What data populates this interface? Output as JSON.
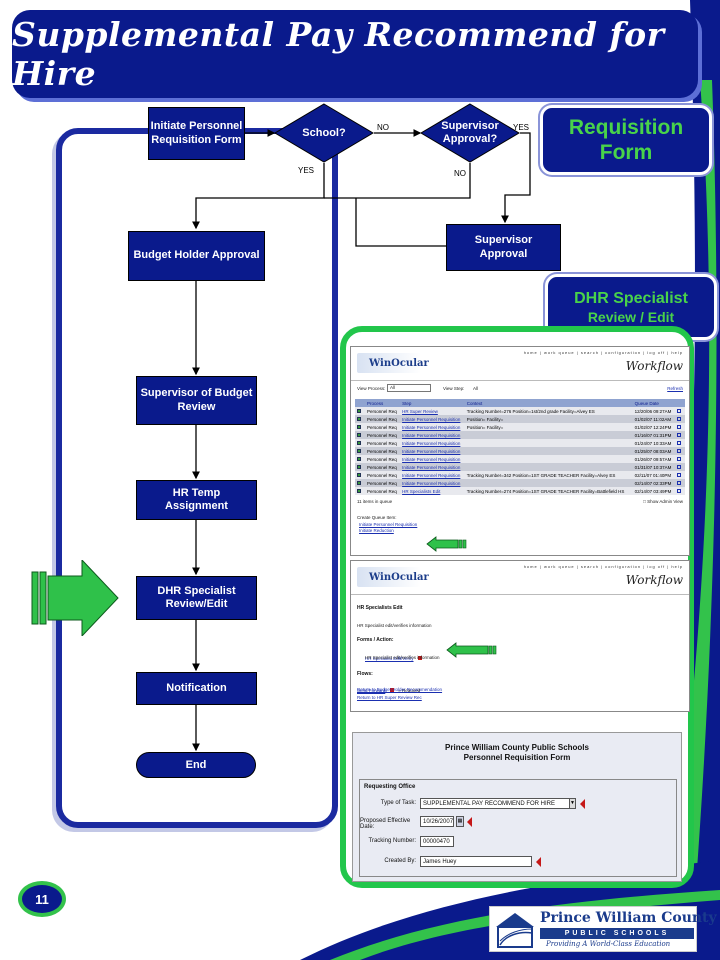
{
  "title": "Supplemental Pay Recommend for Hire",
  "flow": {
    "initiate": "Initiate Personnel Requisition Form",
    "school_q": "School?",
    "supervisor_q": "Supervisor Approval?",
    "no_label": "NO",
    "yes_label": "YES",
    "budget_holder": "Budget Holder Approval",
    "supervisor_approval": "Supervisor Approval",
    "supervisor_budget": "Supervisor of Budget Review",
    "hr_temp": "HR Temp Assignment",
    "dhr_specialist": "DHR Specialist Review/Edit",
    "notification": "Notification",
    "end": "End"
  },
  "callouts": {
    "requisition_l1": "Requisition",
    "requisition_l2": "Form",
    "dhr_l1": "DHR Specialist",
    "dhr_l2": "Review / Edit"
  },
  "app": {
    "logo": "WinOcular",
    "nav": "home | work queue | search | configuration | log off | help",
    "brand": "Workflow",
    "view_process_label": "View Process:",
    "view_process_value": "All",
    "view_step_label": "View Step:",
    "view_step_value": "All",
    "refresh": "Refresh",
    "columns": [
      "Process",
      "Step",
      "Context",
      "Queue Date"
    ],
    "rows": [
      {
        "process": "Personnel Req",
        "step": "HR Super Review",
        "context": "Tracking Number=276 Position=1st/2nd grade Facility=Alvey ES",
        "date": "12/20/06 09:27AM"
      },
      {
        "process": "Personnel Req",
        "step": "Initiate Personnel Requisition",
        "context": "Position= Facility=",
        "date": "01/02/07 11:02AM"
      },
      {
        "process": "Personnel Req",
        "step": "Initiate Personnel Requisition",
        "context": "Position= Facility=",
        "date": "01/02/07 12:24PM"
      },
      {
        "process": "Personnel Req",
        "step": "Initiate Personnel Requisition",
        "context": "",
        "date": "01/16/07 01:31PM"
      },
      {
        "process": "Personnel Req",
        "step": "Initiate Personnel Requisition",
        "context": "",
        "date": "01/24/07 10:33AM"
      },
      {
        "process": "Personnel Req",
        "step": "Initiate Personnel Requisition",
        "context": "",
        "date": "01/25/07 08:03AM"
      },
      {
        "process": "Personnel Req",
        "step": "Initiate Personnel Requisition",
        "context": "",
        "date": "01/26/07 09:57AM"
      },
      {
        "process": "Personnel Req",
        "step": "Initiate Personnel Requisition",
        "context": "",
        "date": "01/31/07 10:37AM"
      },
      {
        "process": "Personnel Req",
        "step": "Initiate Personnel Requisition",
        "context": "Tracking Number=342 Position=1ST GRADE TEACHER Facility=Alvey ES",
        "date": "02/11/07 01:40PM"
      },
      {
        "process": "Personnel Req",
        "step": "Initiate Personnel Requisition",
        "context": "",
        "date": "02/14/07 02:33PM"
      },
      {
        "process": "Personnel Req",
        "step": "HR Specialists Edit",
        "context": "Tracking Number=274 Position=1ST GRADE TEACHER Facility=Battlefield HS",
        "date": "02/14/07 03:49PM"
      }
    ],
    "items_count": "11 items in queue",
    "show_admin": "Show Admin View",
    "create_queue": "Create Queue Item:",
    "create_link1": "Initiate Personnel Requisition",
    "create_link2": "Initiate Reduction",
    "edit_title": "HR Specialists Edit",
    "edit_desc": "HR Specialist edit/verifies information",
    "forms_label": "Forms / Action:",
    "forms_link": "HR Specialist Edit/Verify",
    "forms_desc": "HR Specialist edit/verifies information",
    "flows_label": "Flows:",
    "flow_link1": "Send Forward",
    "required": "= Required",
    "flow_link2": "Return to Budget Holder Recommendation",
    "flow_link3": "Return to HR Super Review Rec"
  },
  "form": {
    "org": "Prince William County Public Schools",
    "name": "Personnel Requisition Form",
    "section": "Requesting Office",
    "type_label": "Type of Task:",
    "type_value": "SUPPLEMENTAL PAY RECOMMEND FOR HIRE",
    "date_label": "Proposed Effective Date:",
    "date_value": "10/26/2007",
    "tracking_label": "Tracking Number:",
    "tracking_value": "00000470",
    "created_label": "Created By:",
    "created_value": "James Huey"
  },
  "page_number": "11",
  "logo": {
    "name": "Prince William County",
    "sub": "PUBLIC SCHOOLS",
    "tagline": "Providing A World-Class Education"
  },
  "colors": {
    "navy": "#0a1a8c",
    "green": "#22c64b"
  }
}
